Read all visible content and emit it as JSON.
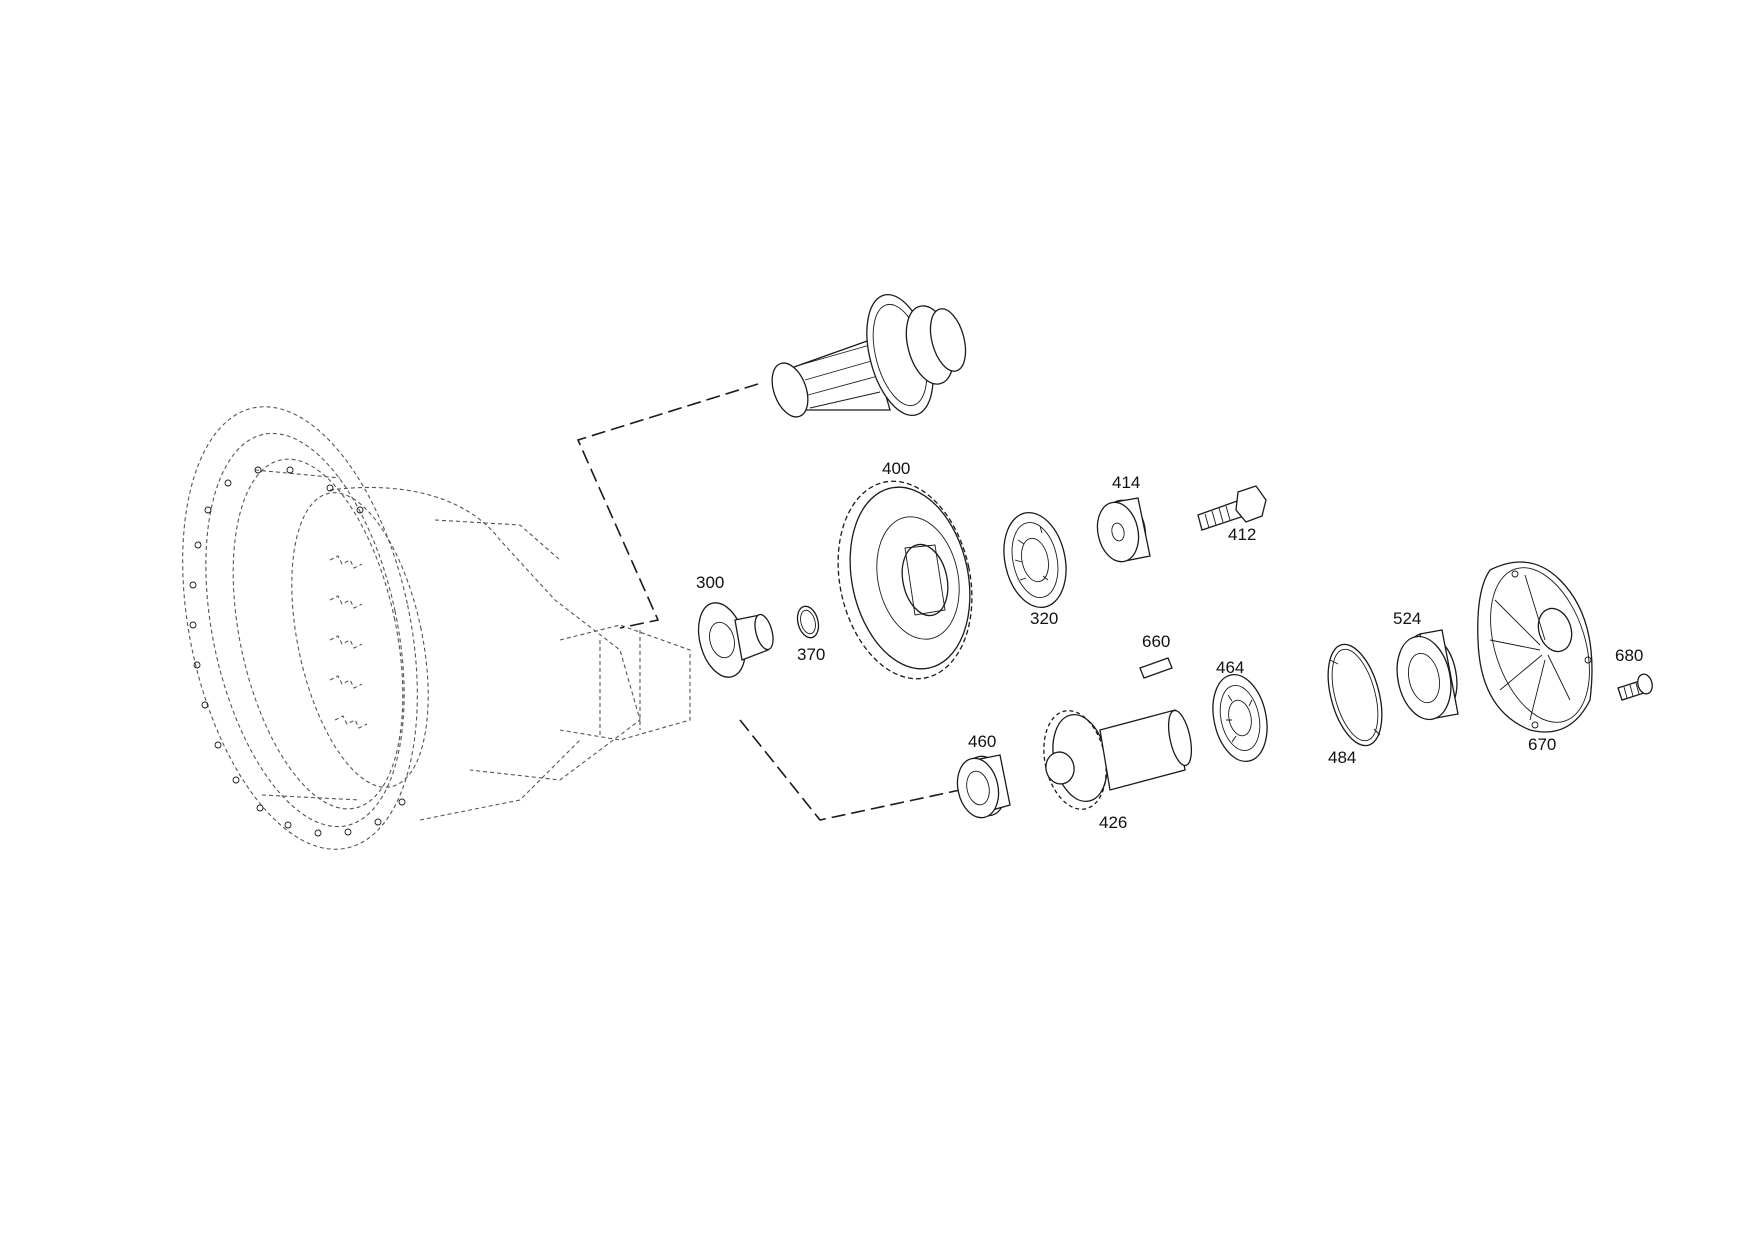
{
  "diagram": {
    "parts": [
      {
        "id": "300",
        "label": "300"
      },
      {
        "id": "320",
        "label": "320"
      },
      {
        "id": "370",
        "label": "370"
      },
      {
        "id": "400",
        "label": "400"
      },
      {
        "id": "412",
        "label": "412"
      },
      {
        "id": "414",
        "label": "414"
      },
      {
        "id": "426",
        "label": "426"
      },
      {
        "id": "460",
        "label": "460"
      },
      {
        "id": "464",
        "label": "464"
      },
      {
        "id": "484",
        "label": "484"
      },
      {
        "id": "524",
        "label": "524"
      },
      {
        "id": "660",
        "label": "660"
      },
      {
        "id": "670",
        "label": "670"
      },
      {
        "id": "680",
        "label": "680"
      }
    ]
  }
}
